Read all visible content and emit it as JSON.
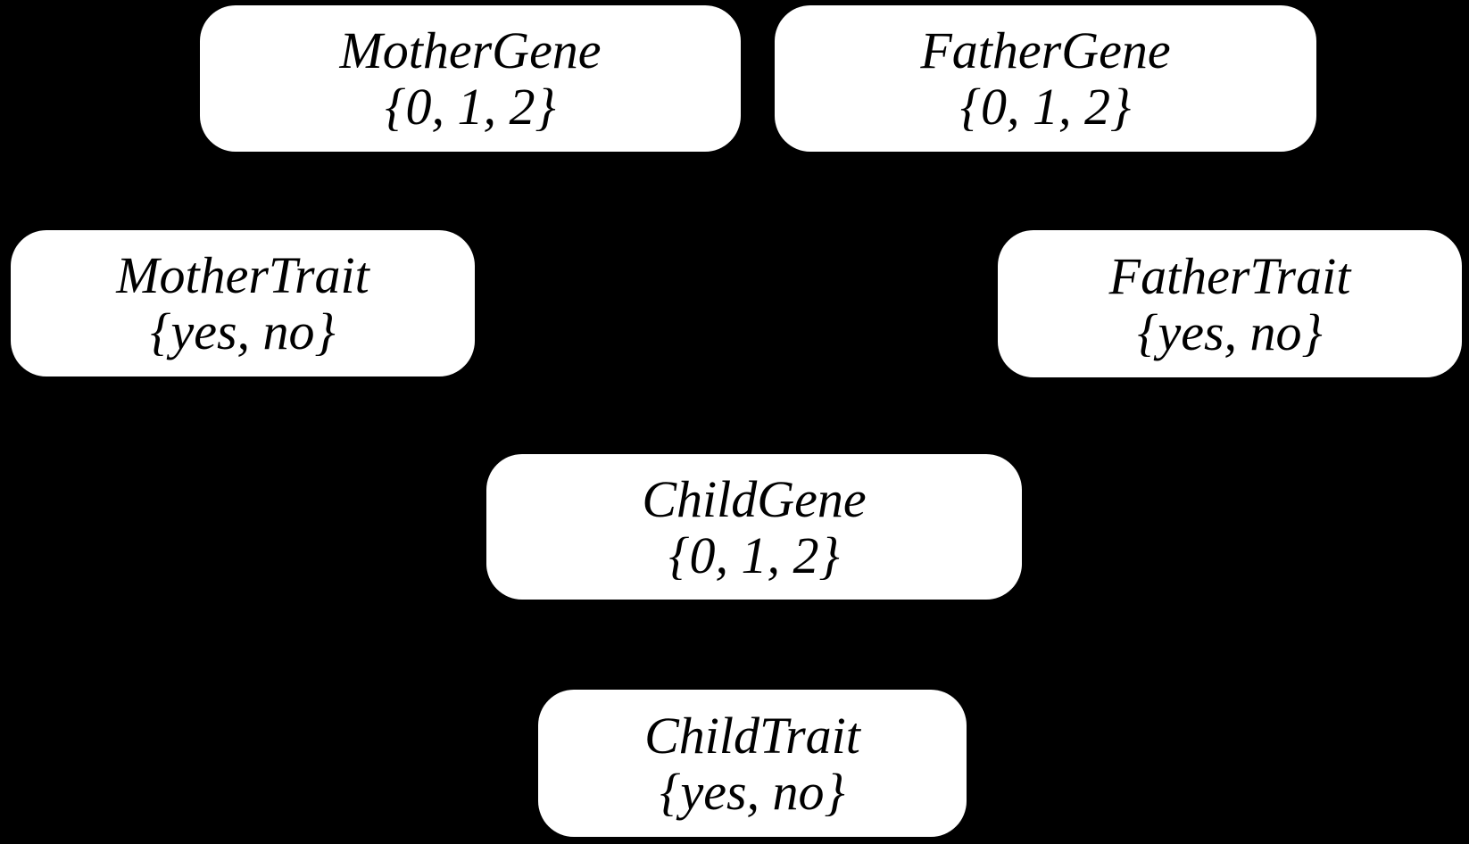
{
  "colors": {
    "background": "#000000",
    "node_fill": "#ffffff",
    "node_text": "#000000"
  },
  "diagram": {
    "type": "bayesian-network",
    "nodes": [
      {
        "id": "mother-gene",
        "label": "MotherGene",
        "domain": "{0, 1, 2}"
      },
      {
        "id": "father-gene",
        "label": "FatherGene",
        "domain": "{0, 1, 2}"
      },
      {
        "id": "mother-trait",
        "label": "MotherTrait",
        "domain": "{yes, no}"
      },
      {
        "id": "father-trait",
        "label": "FatherTrait",
        "domain": "{yes, no}"
      },
      {
        "id": "child-gene",
        "label": "ChildGene",
        "domain": "{0, 1, 2}"
      },
      {
        "id": "child-trait",
        "label": "ChildTrait",
        "domain": "{yes, no}"
      }
    ]
  }
}
